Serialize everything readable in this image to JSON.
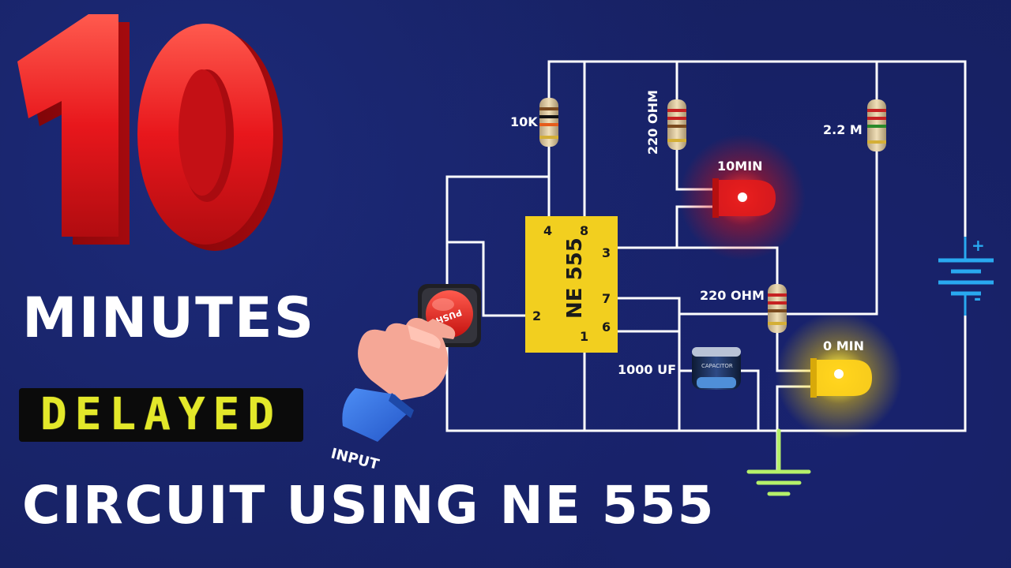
{
  "title": {
    "number": "10",
    "line1": "MINUTES",
    "line2": "DELAYED",
    "line3": "CIRCUIT USING NE 555"
  },
  "circuit": {
    "ic_label": "NE 555",
    "pins": {
      "p4": "4",
      "p8": "8",
      "p3": "3",
      "p7": "7",
      "p6": "6",
      "p2": "2",
      "p1": "1"
    },
    "r1_label": "10K",
    "r2_label": "220 OHM",
    "r3_label": "2.2 M",
    "r4_label": "220 OHM",
    "cap_label": "1000 UF",
    "cap_body_text": "CAPACITOR",
    "led_red_label": "10MIN",
    "led_yellow_label": "0 MIN",
    "button_text": "PUSH",
    "input_label": "INPUT",
    "battery_plus": "+",
    "battery_minus": "-"
  },
  "colors": {
    "background": "#16205f",
    "ten_red": "#e8171c",
    "ic_yellow": "#f2cf1f",
    "wire": "#ffffff",
    "led_red": "#ff1a1a",
    "led_yellow": "#ffe01a",
    "battery": "#29a9f0",
    "ground": "#b5f06a",
    "delayed_text": "#e3e82a"
  }
}
